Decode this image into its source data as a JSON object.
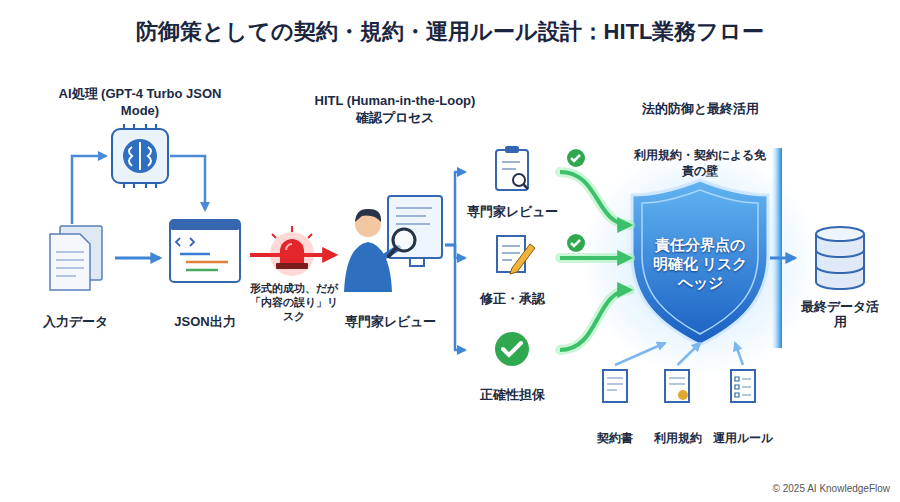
{
  "diagram": {
    "title": "防御策としての契約・規約・運用ルール設計：HITL業務フロー",
    "nodes": [
      {
        "text": [
          "入力データ"
        ]
      },
      {
        "text": [
          "JSON出力"
        ]
      },
      {
        "text": [
          "専門家レビュー"
        ]
      },
      {
        "text": [
          "専門家レビュー"
        ]
      },
      {
        "text": [
          "修正・承認"
        ]
      },
      {
        "text": [
          "正確性担保"
        ]
      },
      {
        "text": [
          "利用規約・契約による免責の壁",
          "責任分界点の明確化 リスクヘッジ"
        ]
      },
      {
        "text": [
          "最終データ活用"
        ]
      },
      {
        "text": [
          "契約書"
        ]
      },
      {
        "text": [
          "利用規約"
        ]
      },
      {
        "text": [
          "運用ルール"
        ]
      }
    ],
    "edges": [
      {
        "from": 0,
        "to": 1,
        "arrow": "to"
      },
      {
        "from": 1,
        "to": 2,
        "arrow": "to",
        "label": "形式的成功、だが「内容の誤り」リスク"
      },
      {
        "from": 2,
        "to": 3,
        "arrow": "to"
      },
      {
        "from": 2,
        "to": 4,
        "arrow": "to"
      },
      {
        "from": 2,
        "to": 5,
        "arrow": "to"
      },
      {
        "from": 3,
        "to": 6,
        "arrow": "to"
      },
      {
        "from": 4,
        "to": 6,
        "arrow": "to"
      },
      {
        "from": 5,
        "to": 6,
        "arrow": "to"
      },
      {
        "from": 6,
        "to": 7,
        "arrow": "to"
      },
      {
        "from": 8,
        "to": 6,
        "arrow": "to"
      },
      {
        "from": 9,
        "to": 6,
        "arrow": "to"
      },
      {
        "from": 10,
        "to": 6,
        "arrow": "to"
      }
    ],
    "labels": [
      "AI処理 (GPT-4 Turbo JSON Mode)",
      "HITL (Human-in-the-Loop) 確認プロセス",
      "法的防御と最終活用",
      "© 2025 AI KnowledgeFlow"
    ]
  }
}
